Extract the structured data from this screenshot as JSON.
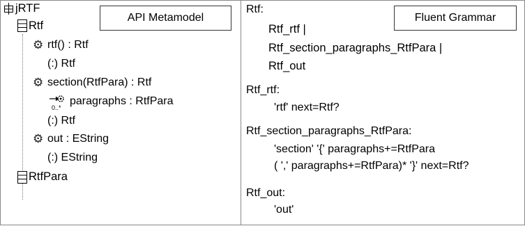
{
  "metamodel": {
    "title": "API Metamodel",
    "root": {
      "label": "jRTF"
    },
    "tree": [
      {
        "kind": "class",
        "label": "Rtf"
      },
      {
        "kind": "operation",
        "label": "rtf() : Rtf"
      },
      {
        "kind": "return",
        "label": "(:) Rtf"
      },
      {
        "kind": "operation",
        "label": "section(RtfPara) : Rtf"
      },
      {
        "kind": "parameter",
        "label": "paragraphs : RtfPara",
        "multiplicity": "0..*"
      },
      {
        "kind": "return",
        "label": "(:) Rtf"
      },
      {
        "kind": "operation",
        "label": "out : EString"
      },
      {
        "kind": "return",
        "label": "(:) EString"
      },
      {
        "kind": "class",
        "label": "RtfPara"
      }
    ]
  },
  "grammar": {
    "title": "Fluent Grammar",
    "lines": [
      "Rtf:",
      "Rtf_rtf |",
      "Rtf_section_paragraphs_RtfPara |",
      "Rtf_out",
      "Rtf_rtf:",
      "'rtf' next=Rtf?",
      "Rtf_section_paragraphs_RtfPara:",
      "'section' '{' paragraphs+=RtfPara",
      "( ',' paragraphs+=RtfPara)* '}' next=Rtf?",
      "Rtf_out:",
      "'out'"
    ]
  }
}
